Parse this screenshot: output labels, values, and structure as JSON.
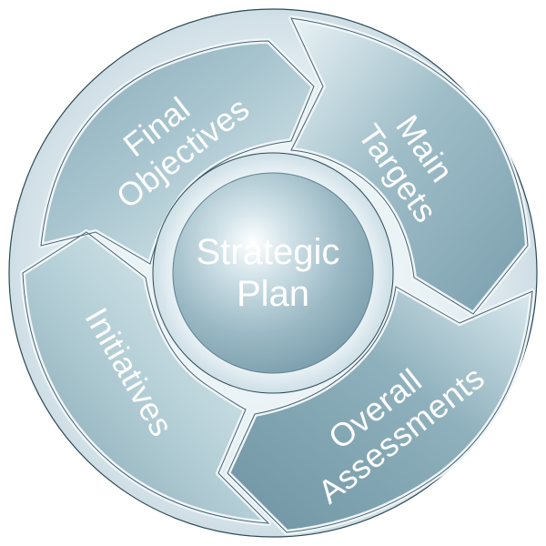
{
  "diagram": {
    "center": {
      "lines": [
        "Strategic",
        "Plan"
      ]
    },
    "segments": [
      {
        "id": "final-objectives",
        "lines": [
          "Final",
          "Objectives"
        ]
      },
      {
        "id": "main-targets",
        "lines": [
          "Main",
          "Targets"
        ]
      },
      {
        "id": "overall-assessments",
        "lines": [
          "Overall",
          "Assessments"
        ]
      },
      {
        "id": "initiatives",
        "lines": [
          "Initiatives"
        ]
      }
    ],
    "colors": {
      "segment_dark": "#6f94a3",
      "segment_light": "#e4f0f3",
      "ring": "#dbe9ee",
      "outline": "#2d4a57",
      "text": "#ffffff"
    }
  }
}
